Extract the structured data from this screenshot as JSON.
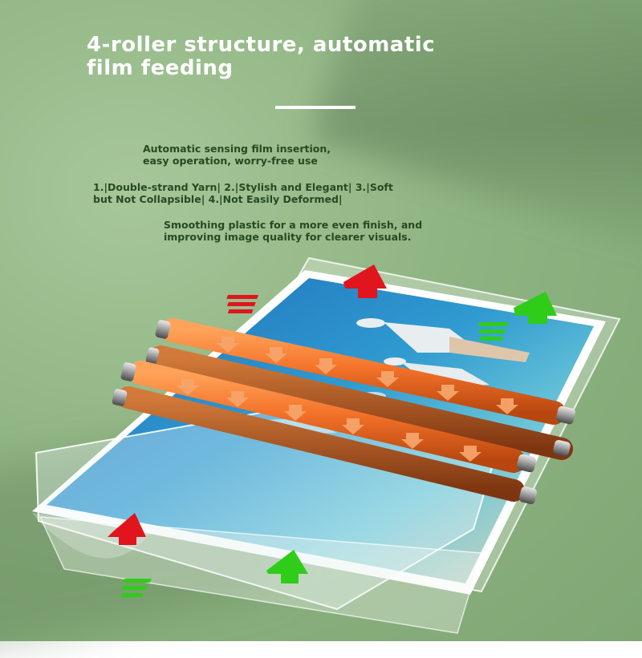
{
  "header": {
    "title": "4-roller structure, automatic\n film feeding"
  },
  "subtitle": {
    "text": "Automatic sensing film insertion,\n easy operation, worry-free use"
  },
  "features": {
    "text": "1.|Double-strand Yarn| 2.|Stylish and Elegant| 3.|Soft\n but Not Collapsible| 4.|Not Easily Deformed|"
  },
  "description": {
    "text": "Smoothing plastic for a more even finish, and\n improving image quality for clearer visuals."
  },
  "colors": {
    "background": "#8fb483",
    "roller_orange": "#f5732a",
    "roller_brown": "#b5531c",
    "arrow_red": "#e0151d",
    "arrow_green": "#2fcc1a",
    "text_dark": "#264a22",
    "title_white": "#ffffff"
  },
  "icons": [
    "red-arrow-icon",
    "green-arrow-icon",
    "roller-direction-arrow-icon"
  ]
}
